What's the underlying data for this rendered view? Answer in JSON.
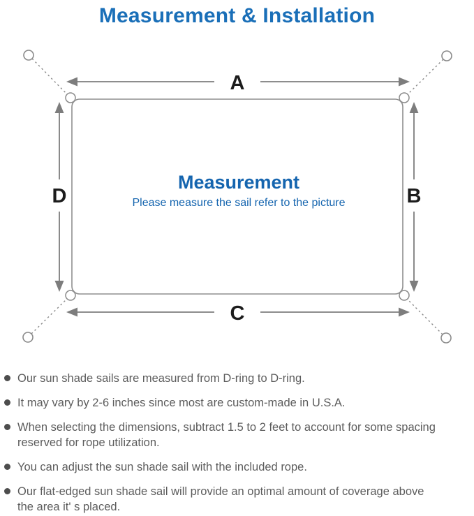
{
  "page": {
    "title": "Measurement & Installation"
  },
  "diagram": {
    "dimension_labels": {
      "top": "A",
      "right": "B",
      "bottom": "C",
      "left": "D"
    },
    "center": {
      "heading": "Measurement",
      "subheading": "Please measure the sail refer to the picture"
    }
  },
  "notes": {
    "items": [
      {
        "text": "Our sun shade sails are measured from D-ring to D-ring."
      },
      {
        "text": "It may vary by 2-6 inches since most are custom-made in U.S.A."
      },
      {
        "text": "When selecting the dimensions, subtract 1.5 to 2 feet to account for some spacing\nreserved for rope utilization."
      },
      {
        "text": "You can adjust the sun shade sail with the included rope."
      },
      {
        "text": "Our flat-edged sun shade sail will provide an optimal amount of coverage above\nthe area it' s placed."
      }
    ]
  },
  "colors": {
    "title_blue": "#1a6fb8",
    "center_blue": "#1565af",
    "note_gray": "#5c5c5c",
    "line_gray": "#7d7d7d",
    "label_black": "#1c1c1c"
  }
}
